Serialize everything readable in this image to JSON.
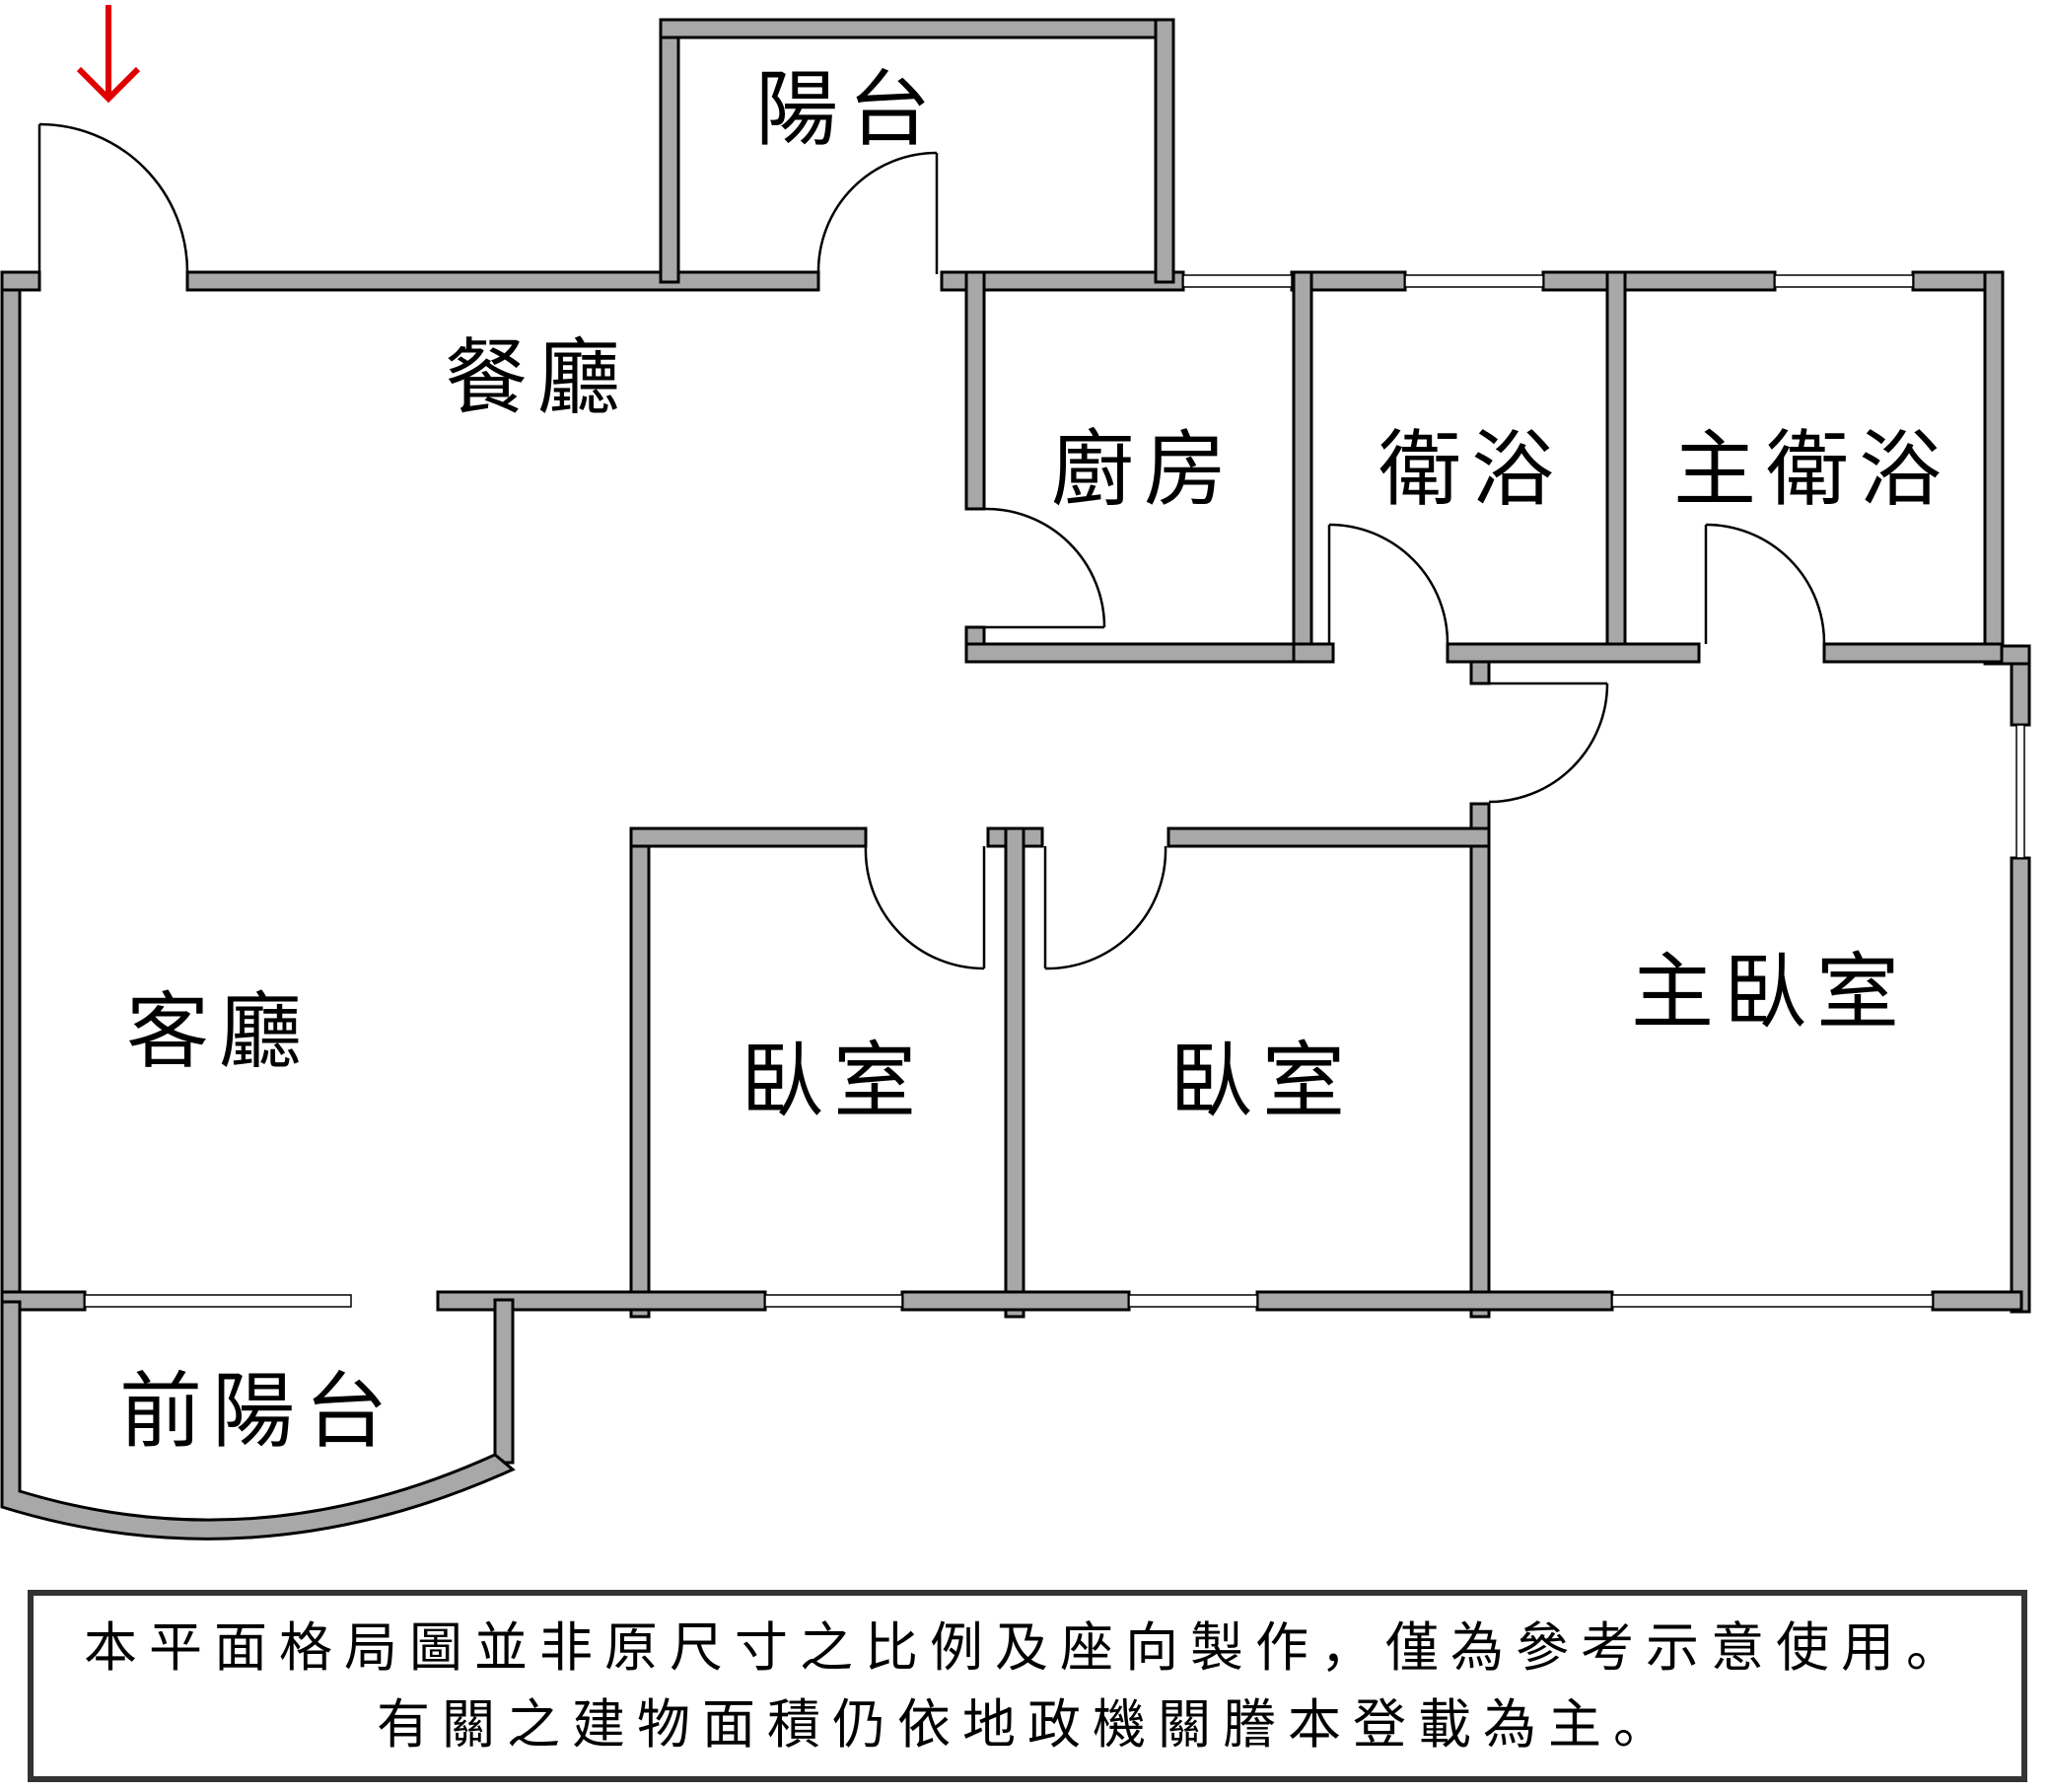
{
  "rooms": {
    "balcony": "陽台",
    "dining_room": "餐廳",
    "kitchen": "廚房",
    "bathroom": "衛浴",
    "master_bathroom": "主衛浴",
    "living_room": "客廳",
    "bedroom_1": "臥室",
    "bedroom_2": "臥室",
    "master_bedroom": "主臥室",
    "front_balcony": "前陽台"
  },
  "icons": {
    "entrance": "entrance-arrow-icon"
  },
  "colors": {
    "wall": "#a8a8a8",
    "entrance_arrow": "#e00000",
    "border": "#333333"
  },
  "disclaimer": {
    "line1": "本平面格局圖並非原尺寸之比例及座向製作，僅為參考示意使用。",
    "line2": "有關之建物面積仍依地政機關謄本登載為主。"
  }
}
